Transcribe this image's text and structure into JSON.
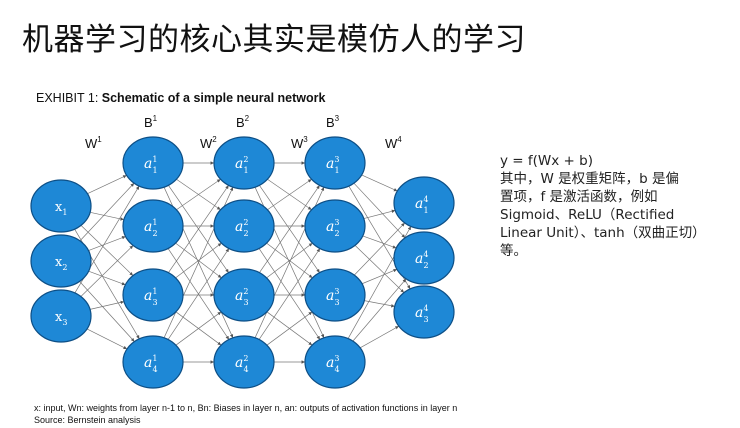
{
  "title": "机器学习的核心其实是模仿人的学习",
  "exhibit": {
    "prefix": "EXHIBIT 1: ",
    "caption": "Schematic of a simple neural network"
  },
  "network": {
    "layers": [
      {
        "nodes": [
          {
            "base": "x",
            "sub": "1"
          },
          {
            "base": "x",
            "sub": "2"
          },
          {
            "base": "x",
            "sub": "3"
          }
        ]
      },
      {
        "nodes": [
          {
            "base": "a",
            "sub": "1",
            "sup": "1"
          },
          {
            "base": "a",
            "sub": "2",
            "sup": "1"
          },
          {
            "base": "a",
            "sub": "3",
            "sup": "1"
          },
          {
            "base": "a",
            "sub": "4",
            "sup": "1"
          }
        ]
      },
      {
        "nodes": [
          {
            "base": "a",
            "sub": "1",
            "sup": "2"
          },
          {
            "base": "a",
            "sub": "2",
            "sup": "2"
          },
          {
            "base": "a",
            "sub": "3",
            "sup": "2"
          },
          {
            "base": "a",
            "sub": "4",
            "sup": "2"
          }
        ]
      },
      {
        "nodes": [
          {
            "base": "a",
            "sub": "1",
            "sup": "3"
          },
          {
            "base": "a",
            "sub": "2",
            "sup": "3"
          },
          {
            "base": "a",
            "sub": "3",
            "sup": "3"
          },
          {
            "base": "a",
            "sub": "4",
            "sup": "3"
          }
        ]
      },
      {
        "nodes": [
          {
            "base": "a",
            "sub": "1",
            "sup": "4"
          },
          {
            "base": "a",
            "sub": "2",
            "sup": "4"
          },
          {
            "base": "a",
            "sub": "3",
            "sup": "4"
          }
        ]
      }
    ],
    "weight_labels": [
      {
        "base": "W",
        "sup": "1"
      },
      {
        "base": "W",
        "sup": "2"
      },
      {
        "base": "W",
        "sup": "3"
      },
      {
        "base": "W",
        "sup": "4"
      }
    ],
    "bias_labels": [
      {
        "base": "B",
        "sup": "1"
      },
      {
        "base": "B",
        "sup": "2"
      },
      {
        "base": "B",
        "sup": "3"
      }
    ],
    "node_color": "#1e88d6",
    "node_stroke": "#0d4f86",
    "edge_color": "#777777"
  },
  "description": {
    "lines": [
      "y = f(Wx + b)",
      "其中，W 是权重矩阵，b 是偏",
      "置项，f 是激活函数，例如",
      "Sigmoid、ReLU（Rectified",
      "Linear Unit）、tanh（双曲正切）",
      "等。"
    ]
  },
  "footnote": {
    "line1": "x: input, Wn: weights from layer n-1 to n, Bn: Biases in layer n, an: outputs of activation functions in layer n",
    "line2": "Source: Bernstein analysis"
  }
}
